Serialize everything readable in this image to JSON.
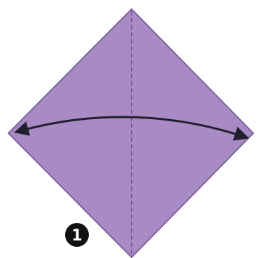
{
  "diagram": {
    "type": "origami-step",
    "step": {
      "number": "1"
    },
    "paper": {
      "shape": "square-on-point",
      "fill_color": "#a88ac4",
      "edge_color": "#7f63a1"
    },
    "fold_line": {
      "orientation": "vertical",
      "style": "dashed",
      "color": "#6f4f98"
    },
    "arrow": {
      "type": "double-headed-curved",
      "direction": "horizontal",
      "color": "#1f1f2e"
    }
  }
}
